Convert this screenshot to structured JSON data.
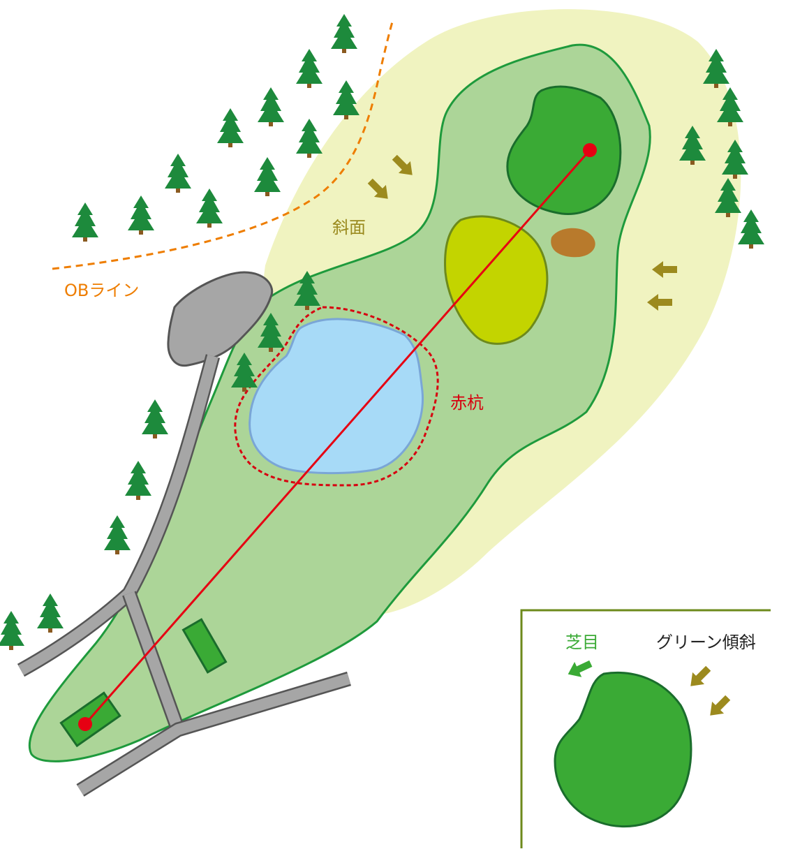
{
  "labels": {
    "ob_line": "OBライン",
    "slope": "斜面",
    "red_stakes": "赤杭"
  },
  "legend": {
    "grain_label": "芝目",
    "green_slope_label": "グリーン傾斜"
  },
  "colors": {
    "rough": "#f0f3c0",
    "fairway": "#acd598",
    "fairway_border": "#1e9a3c",
    "green": "#3aaa35",
    "green_border": "#1a6d2c",
    "bunker": "#c3d400",
    "bunker_border": "#6d8a1c",
    "pond": "#a7daf7",
    "pond_border": "#7aa6d6",
    "road": "#a6a6a6",
    "road_border": "#555555",
    "ob_line": "#ee7d00",
    "red_stake": "#d7000f",
    "shot_line": "#e60012",
    "slope_arrow": "#9c8a1e",
    "grain_arrow": "#3aaa35",
    "mound": "#b87a2c",
    "tree_crown": "#1d8a3c",
    "tree_trunk": "#8a5a20",
    "slope_text": "#9a8a1e",
    "legend_frame": "#6d8a1c"
  },
  "icons": [
    "tree-icon",
    "slope-arrow-icon",
    "grain-arrow-icon"
  ]
}
